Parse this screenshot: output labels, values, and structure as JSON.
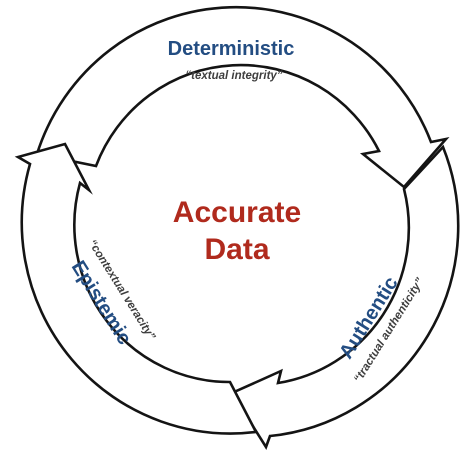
{
  "center": {
    "line1": "Accurate",
    "line2": "Data"
  },
  "segments": [
    {
      "title": "Deterministic",
      "subtitle": "“textual integrity”"
    },
    {
      "title": "Authentic",
      "subtitle": "“tractual authenticity”"
    },
    {
      "title": "Epistemic",
      "subtitle": "“contextual veracity”"
    }
  ],
  "colors": {
    "title": "#234d82",
    "center": "#b02a1d",
    "subtitle": "#3e3e3e",
    "outline": "#141414"
  }
}
